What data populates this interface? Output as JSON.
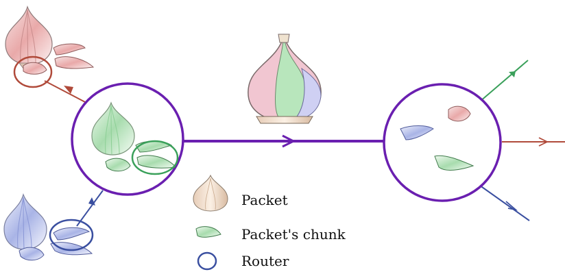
{
  "legend": {
    "items": [
      {
        "icon": "garlic-bulb-icon",
        "label": "Packet"
      },
      {
        "icon": "garlic-clove-icon",
        "label": "Packet's chunk"
      },
      {
        "icon": "router-ring-icon",
        "label": "Router"
      }
    ]
  },
  "colors": {
    "router_ring": "#6a1fb0",
    "main_link": "#6a1fb0",
    "red_flow": "#b04a3a",
    "blue_flow": "#3a4fa0",
    "green_flow": "#3aa05a",
    "legend_router": "#3a4fa0"
  }
}
